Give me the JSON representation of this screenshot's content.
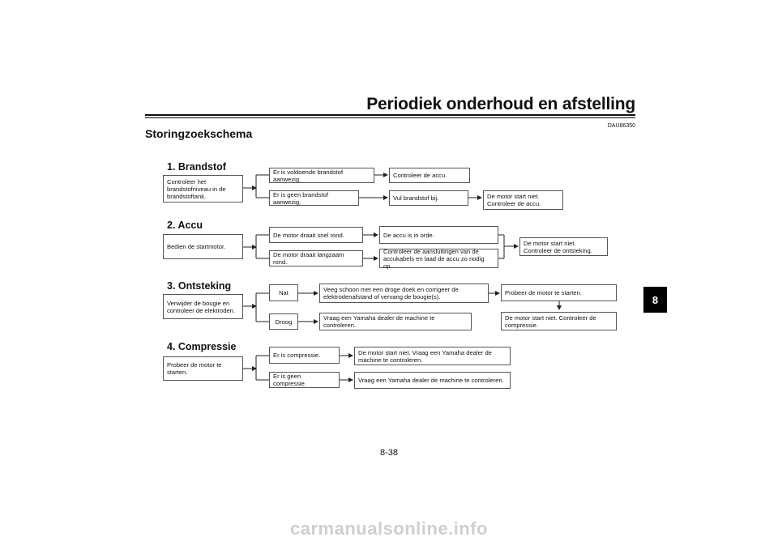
{
  "header": {
    "title": "Periodiek onderhoud en afstelling",
    "code": "DAU86350",
    "chapter": "8",
    "page_number": "8-38"
  },
  "page_title": "Storingzoekschema",
  "sections": {
    "brandstof": {
      "title": "1. Brandstof",
      "start": "Controleer het brandstofniveau in de brandstoftank.",
      "yes": "Er is voldoende brandstof aanwezig.",
      "yes_result": "Controleer de accu.",
      "no": "Er is geen brandstof aanwezig.",
      "no_result": "Vul brandstof bij.",
      "final": "De motor start niet. Controleer de accu."
    },
    "accu": {
      "title": "2. Accu",
      "start": "Bedien de startmotor.",
      "fast": "De motor draait snel rond.",
      "fast_result": "De accu is in orde.",
      "slow": "De motor draait langzaam rond.",
      "slow_result": "Controleer de aansluitingen van de accukabels en laad de accu zo nodig op.",
      "final": "De motor start niet. Controleer de ontsteking."
    },
    "ontsteking": {
      "title": "3. Ontsteking",
      "start": "Verwijder de bougie en controleer de elektroden.",
      "wet": "Nat",
      "wet_result": "Veeg schoon met een droge doek en corrigeer de elektrodenafstand of vervang de bougie(s).",
      "wet_next": "Probeer de motor te starten.",
      "dry": "Droog",
      "dry_result": "Vraag een Yamaha dealer de machine te controleren.",
      "final": "De motor start niet. Controleer de compressie."
    },
    "compressie": {
      "title": "4. Compressie",
      "start": "Probeer de motor te starten.",
      "yes": "Er is compressie.",
      "yes_result": "De motor start niet. Vraag een Yamaha dealer de machine te controleren.",
      "no": "Er is geen compressie.",
      "no_result": "Vraag een Yamaha dealer de machine te controleren."
    }
  },
  "watermark": "carmanualsonline.info"
}
